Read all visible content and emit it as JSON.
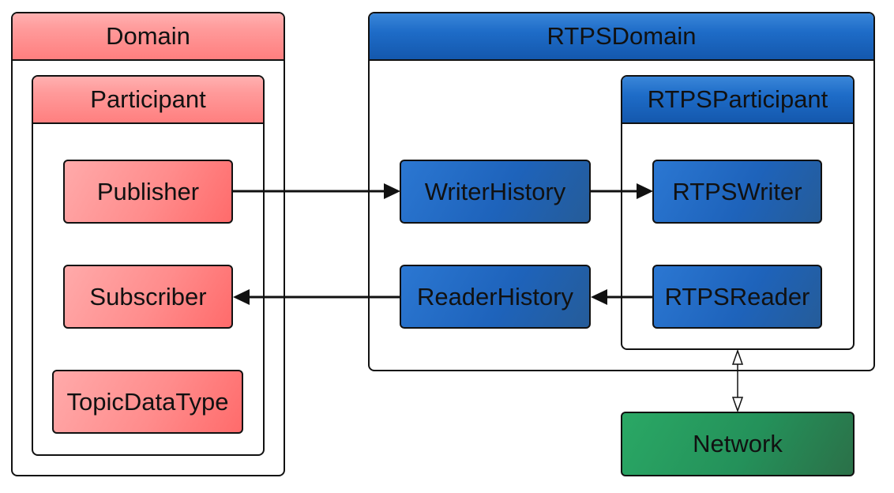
{
  "domain": {
    "title": "Domain"
  },
  "participant": {
    "title": "Participant"
  },
  "publisher": {
    "label": "Publisher"
  },
  "subscriber": {
    "label": "Subscriber"
  },
  "topic_data_type": {
    "label": "TopicDataType"
  },
  "rtps_domain": {
    "title": "RTPSDomain"
  },
  "rtps_participant": {
    "title": "RTPSParticipant"
  },
  "writer_history": {
    "label": "WriterHistory"
  },
  "reader_history": {
    "label": "ReaderHistory"
  },
  "rtps_writer": {
    "label": "RTPSWriter"
  },
  "rtps_reader": {
    "label": "RTPSReader"
  },
  "network": {
    "label": "Network"
  },
  "colors": {
    "red_accent": "#ff8c8c",
    "blue_accent": "#1e63bb",
    "green_accent": "#24915a"
  }
}
